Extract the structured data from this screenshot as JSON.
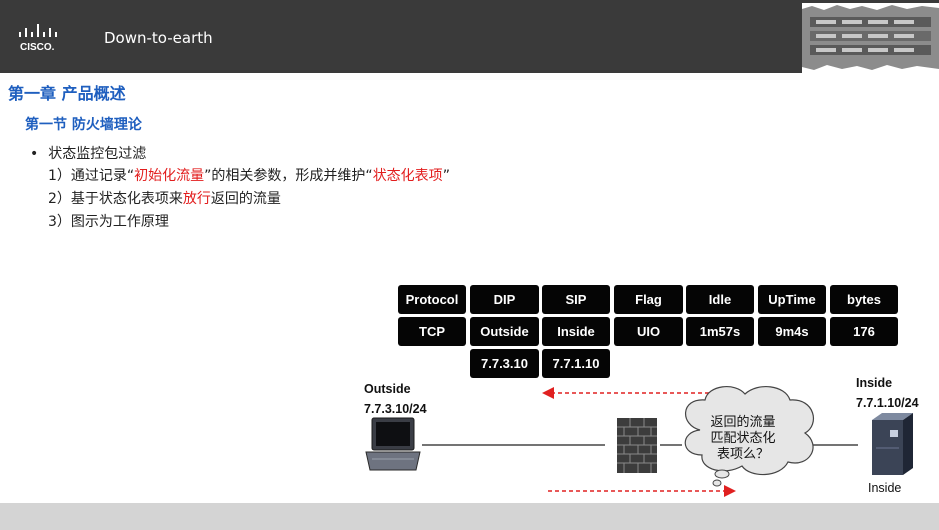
{
  "header": {
    "brand_text": "CISCO.",
    "title": "Down-to-earth"
  },
  "content": {
    "chapter": "第一章 产品概述",
    "section": "第一节 防火墙理论",
    "bullet": "状态监控包过滤",
    "point1": {
      "prefix": "1）通过记录“",
      "highlight1": "初始化流量",
      "middle": "”的相关参数，形成并维护“",
      "highlight2": "状态化表项",
      "suffix": "”"
    },
    "point2": {
      "prefix": "2）基于状态化表项来",
      "highlight": "放行",
      "suffix": "返回的流量"
    },
    "point3": "3）图示为工作原理"
  },
  "state_table": {
    "headers": [
      "Protocol",
      "DIP",
      "SIP",
      "Flag",
      "Idle",
      "UpTime",
      "bytes"
    ],
    "row": [
      "TCP",
      "Outside",
      "Inside",
      "UIO",
      "1m57s",
      "9m4s",
      "176"
    ],
    "extra": [
      "7.7.3.10",
      "7.7.1.10"
    ]
  },
  "diagram": {
    "outside_label": "Outside",
    "outside_ip": "7.7.3.10/24",
    "inside_label": "Inside",
    "inside_ip": "7.7.1.10/24",
    "inside_caption": "Inside",
    "bubble_line1": "返回的流量",
    "bubble_line2": "匹配状态化",
    "bubble_line3": "表项么？",
    "arrow_color": "#e02020",
    "icons": [
      "laptop-icon",
      "firewall-icon",
      "server-icon",
      "thought-cloud-icon"
    ]
  },
  "colors": {
    "header_bg": "#3a3a3a",
    "title_blue": "#1f5fbf",
    "highlight_red": "#e21d1d",
    "cell_bg": "#050505",
    "footer_bg": "#d4d4d4"
  }
}
